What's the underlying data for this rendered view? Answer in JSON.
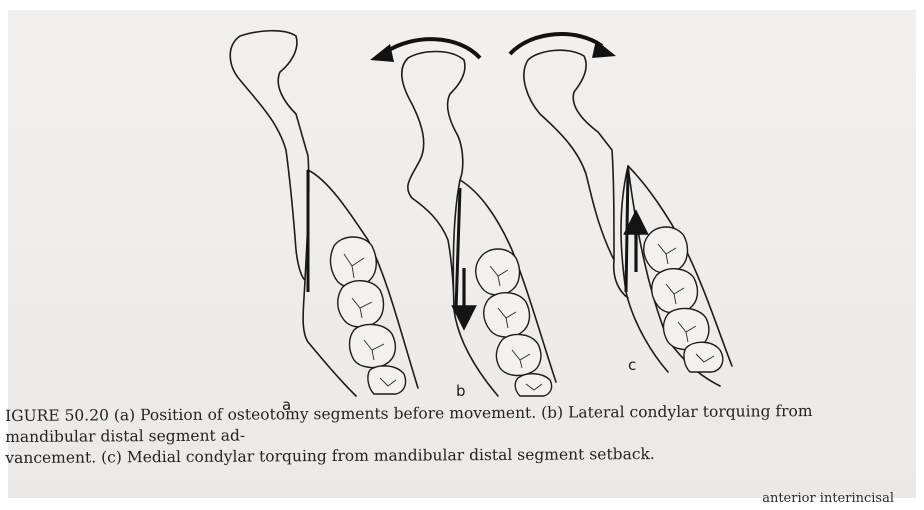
{
  "figure": {
    "panels": [
      {
        "letter": "a"
      },
      {
        "letter": "b"
      },
      {
        "letter": "c"
      }
    ],
    "caption": {
      "label": "Figure 50.20",
      "line1": "IGURE 50.20 (a) Position of osteotomy segments before movement. (b) Lateral condylar torquing from mandibular distal segment ad-",
      "line2": "vancement. (c) Medial condylar torquing from mandibular distal segment setback."
    },
    "footer_fragment": "anterior interincisal"
  }
}
